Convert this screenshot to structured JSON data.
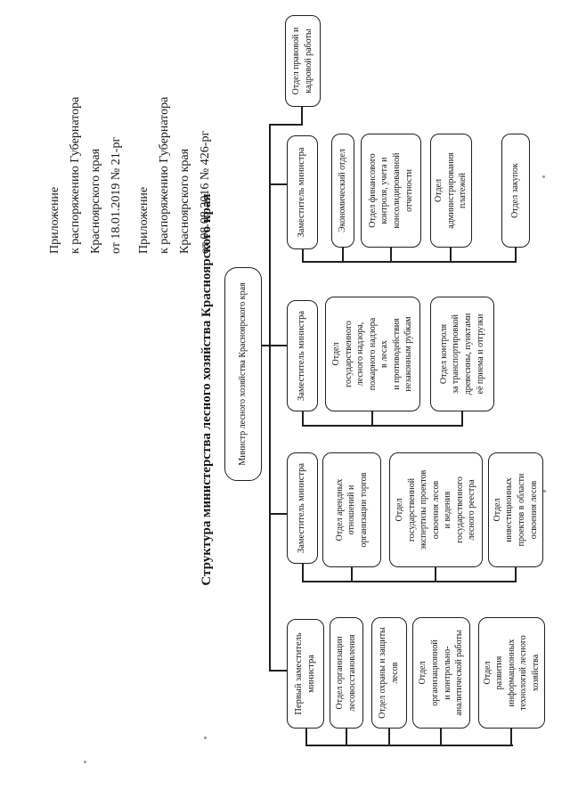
{
  "document": {
    "appendix_notes": [
      {
        "lines": [
          "Приложение",
          "к распоряжению Губернатора",
          "Красноярского края",
          "от 18.01.2019 № 21-рг"
        ]
      },
      {
        "lines": [
          "Приложение",
          "к распоряжению Губернатора",
          "Красноярского края",
          "от 08.08.2016 № 426-рг"
        ]
      }
    ],
    "title": "Структура министерства лесного хозяйства Красноярского края"
  },
  "chart": {
    "root": "Министр лесного хозяйства Красноярского края",
    "direct_department": "Отдел правовой и\nкадровой работы",
    "branches": [
      {
        "head": "Первый заместитель\nминистра",
        "departments": [
          "Отдел организации\nлесовосстановления",
          "Отдел охраны и защиты\nлесов",
          "Отдел\nорганизационной\nи контрольно-\nаналитической работы",
          "Отдел\nразвития\nинформационных\nтехнологий лесного\nхозяйства"
        ]
      },
      {
        "head": "Заместитель министра",
        "departments": [
          "Отдел арендных\nотношений и\nорганизации торгов",
          "Отдел\nгосударственной\nэкспертизы проектов\nосвоения лесов\nи ведения\nгосударственного\nлесного реестра",
          "Отдел\nинвестиционных\nпроектов в области\nосвоения лесов"
        ]
      },
      {
        "head": "Заместитель министра",
        "departments": [
          "Отдел\nгосударственного\nлесного надзора,\nпожарного надзора\nв лесах\nи противодействия\nнезаконным рубкам",
          "Отдел контроля\nза транспортировкой\nдревесины, пунктами\nеё приема и отгрузки"
        ]
      },
      {
        "head": "Заместитель министра",
        "departments": [
          "Экономический отдел",
          "Отдел финансового\nконтроля, учета и\nконсолидированной\nотчетности",
          "Отдел\nадминистрирования\nплатежей",
          "Отдел закупок"
        ]
      }
    ]
  },
  "colors": {
    "background": "#ffffff",
    "ink": "#1c1c1c",
    "box_border": "#1f1f1f"
  }
}
